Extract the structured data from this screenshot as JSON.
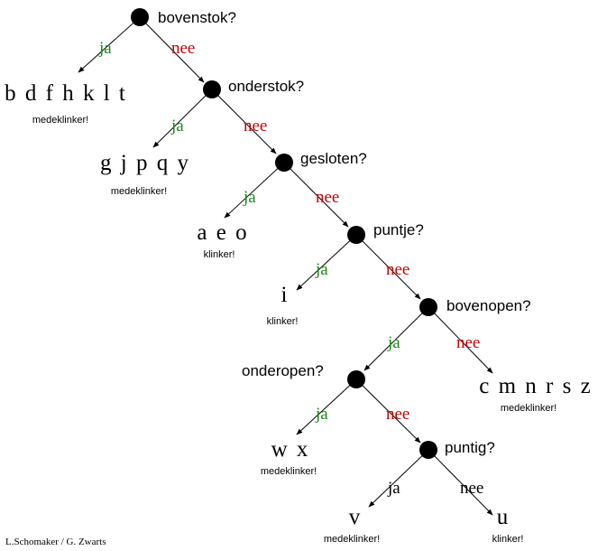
{
  "tree": {
    "nodes": [
      {
        "id": "n1",
        "question": "bovenstok?"
      },
      {
        "id": "n2",
        "question": "onderstok?"
      },
      {
        "id": "n3",
        "question": "gesloten?"
      },
      {
        "id": "n4",
        "question": "puntje?"
      },
      {
        "id": "n5",
        "question": "bovenopen?"
      },
      {
        "id": "n6",
        "question": "onderopen?"
      },
      {
        "id": "n7",
        "question": "puntig?"
      }
    ],
    "leaves": [
      {
        "id": "l1",
        "letters": "b d f h k l t",
        "category": "medeklinker!"
      },
      {
        "id": "l2",
        "letters": "g j p q y",
        "category": "medeklinker!"
      },
      {
        "id": "l3",
        "letters": "a e o",
        "category": "klinker!"
      },
      {
        "id": "l4",
        "letters": "i",
        "category": "klinker!"
      },
      {
        "id": "l5",
        "letters": "c m n r s z",
        "category": "medeklinker!"
      },
      {
        "id": "l6",
        "letters": "w x",
        "category": "medeklinker!"
      },
      {
        "id": "l7",
        "letters": "v",
        "category": "medeklinker!"
      },
      {
        "id": "l8",
        "letters": "u",
        "category": "klinker!"
      }
    ],
    "edges": [
      {
        "id": "e1",
        "label": "ja",
        "color": "#1a8a1a"
      },
      {
        "id": "e2",
        "label": "nee",
        "color": "#cc0000"
      },
      {
        "id": "e3",
        "label": "ja",
        "color": "#1a8a1a"
      },
      {
        "id": "e4",
        "label": "nee",
        "color": "#cc0000"
      },
      {
        "id": "e5",
        "label": "ja",
        "color": "#1a8a1a"
      },
      {
        "id": "e6",
        "label": "nee",
        "color": "#cc0000"
      },
      {
        "id": "e7",
        "label": "ja",
        "color": "#1a8a1a"
      },
      {
        "id": "e8",
        "label": "nee",
        "color": "#cc0000"
      },
      {
        "id": "e9",
        "label": "ja",
        "color": "#1a8a1a"
      },
      {
        "id": "e10",
        "label": "nee",
        "color": "#cc0000"
      },
      {
        "id": "e11",
        "label": "ja",
        "color": "#1a8a1a"
      },
      {
        "id": "e12",
        "label": "nee",
        "color": "#cc0000"
      },
      {
        "id": "e13",
        "label": "ja",
        "color": "#000000"
      },
      {
        "id": "e14",
        "label": "nee",
        "color": "#000000"
      }
    ]
  },
  "credit": "L.Schomaker / G. Zwarts"
}
